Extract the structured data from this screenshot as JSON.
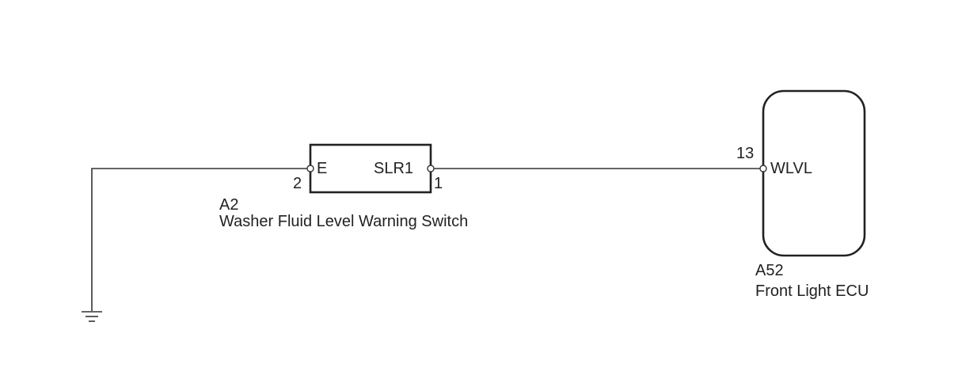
{
  "switch": {
    "pin_left_name": "E",
    "pin_right_name": "SLR1",
    "pin_left_number": "2",
    "pin_right_number": "1",
    "connector_code": "A2",
    "component_name": "Washer Fluid Level Warning Switch"
  },
  "ecu": {
    "pin_name": "WLVL",
    "pin_number": "13",
    "connector_code": "A52",
    "component_name": "Front Light ECU"
  },
  "ground": {
    "icon": "ground-symbol-icon"
  }
}
